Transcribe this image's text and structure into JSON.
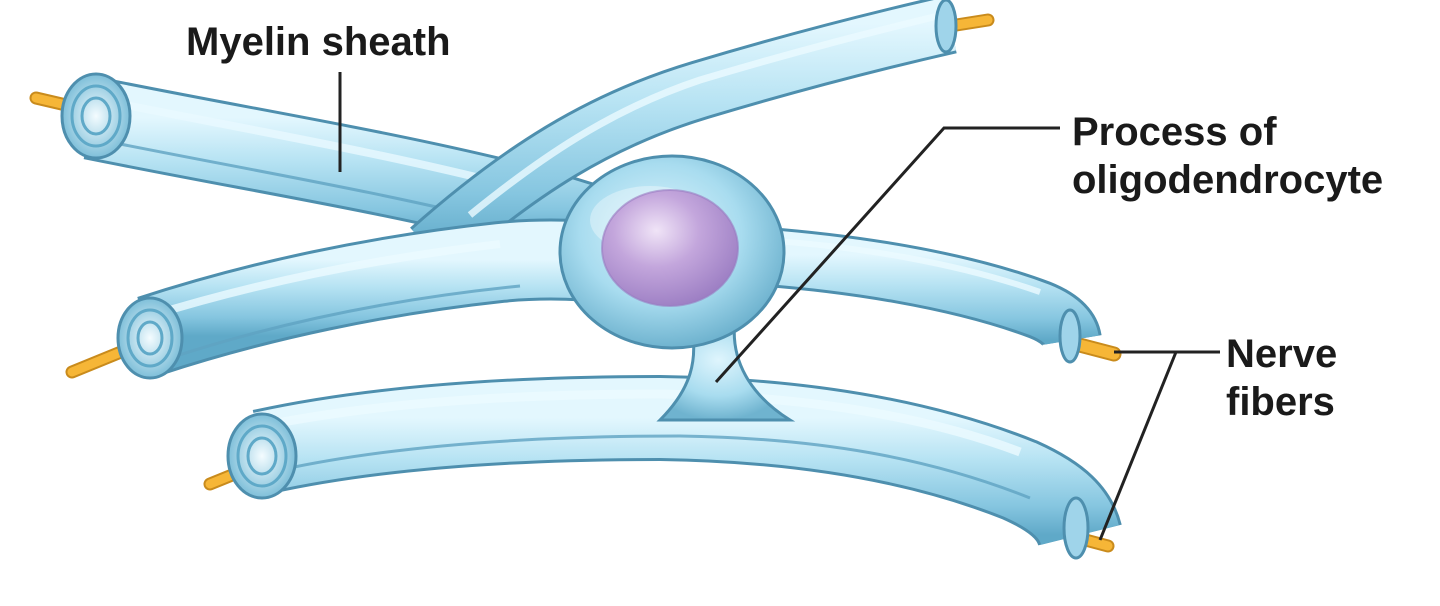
{
  "labels": {
    "myelin_sheath": "Myelin sheath",
    "process_line1": "Process of",
    "process_line2": "oligodendrocyte",
    "nerve_line1": "Nerve",
    "nerve_line2": "fibers"
  },
  "colors": {
    "sheath_light": "#cdeefb",
    "sheath_mid": "#9fd4ea",
    "sheath_dark": "#5fa9c8",
    "sheath_edge": "#4e8fae",
    "axon": "#f6b637",
    "nucleus": "#b08fcf",
    "leader_line": "#222222"
  }
}
